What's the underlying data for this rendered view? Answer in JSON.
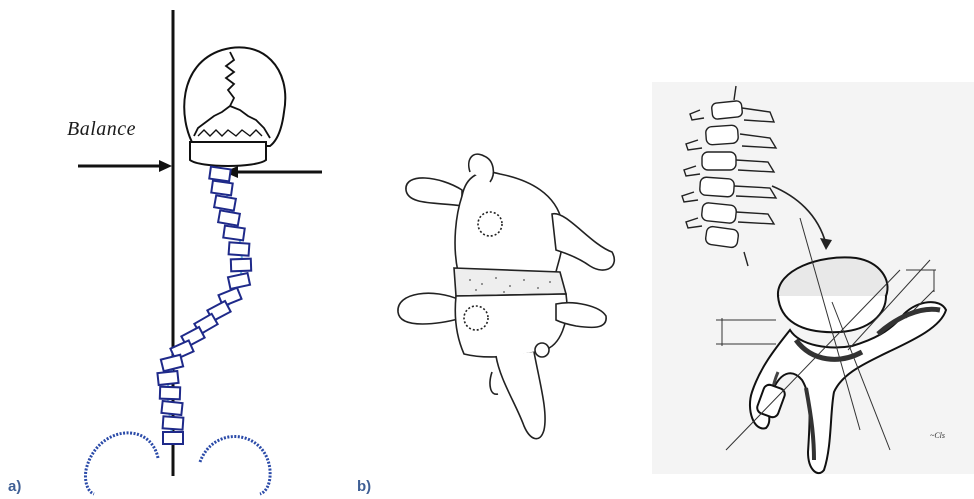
{
  "panels": {
    "a": {
      "label": "a)",
      "balance_label": "Balance"
    },
    "b": {
      "label": "b)"
    }
  },
  "signature_text": "~Cls",
  "colors": {
    "panel_label": "#3f5f95",
    "spine_outline": "#1f2a8a",
    "spine_line": "#6fb6df",
    "pelvis": "#2a4aa8",
    "ink": "#111111",
    "paper": "#f4f4f4"
  }
}
